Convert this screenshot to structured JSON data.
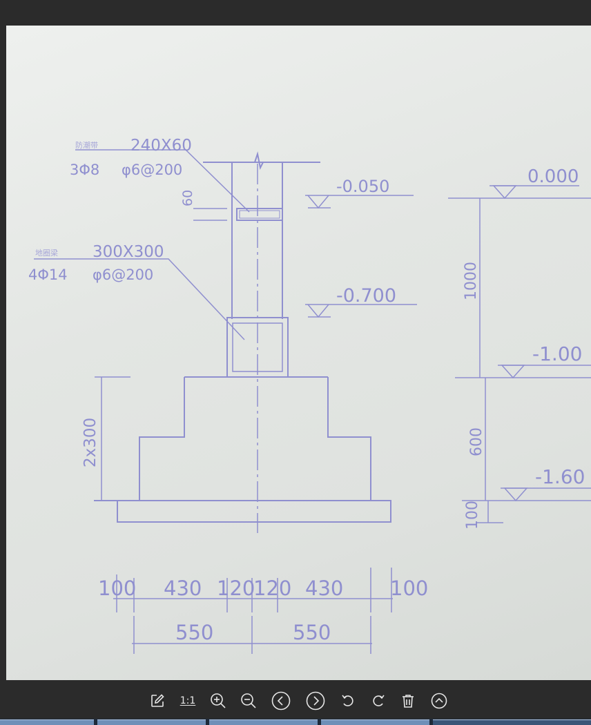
{
  "drawing": {
    "left_labels": {
      "ring_beam_cn": "防潮带",
      "ring_beam_size": "240X60",
      "ring_beam_rebar": "3Φ8",
      "ring_beam_stirrup": "φ6@200",
      "ring_beam_height": "60",
      "ground_beam_cn": "地圈梁",
      "ground_beam_size": "300X300",
      "ground_beam_rebar": "4Φ14",
      "ground_beam_stirrup": "φ6@200",
      "footing_height": "2x300"
    },
    "elevations": {
      "left_top": "-0.050",
      "left_mid": "-0.700",
      "right_top": "0.000",
      "right_mid": "-1.00",
      "right_bot": "-1.60"
    },
    "right_dims": {
      "d1": "1000",
      "d2": "600",
      "d3": "100"
    },
    "bottom_dims": {
      "row1": [
        "100",
        "430",
        "120",
        "120",
        "430",
        "100"
      ],
      "row2": [
        "550",
        "550"
      ]
    }
  },
  "toolbar": {
    "edit_icon": "edit-icon",
    "actual_size_label": "1:1",
    "zoom_in_icon": "zoom-in-icon",
    "zoom_out_icon": "zoom-out-icon",
    "prev_icon": "chevron-left-icon",
    "next_icon": "chevron-right-icon",
    "rotate_left_icon": "rotate-left-icon",
    "rotate_right_icon": "rotate-right-icon",
    "delete_icon": "trash-icon",
    "more_icon": "chevron-up-icon"
  },
  "colors": {
    "ink": "#8f8fcf",
    "background": "#2b2b2b",
    "paper": "#e3e6e3"
  }
}
